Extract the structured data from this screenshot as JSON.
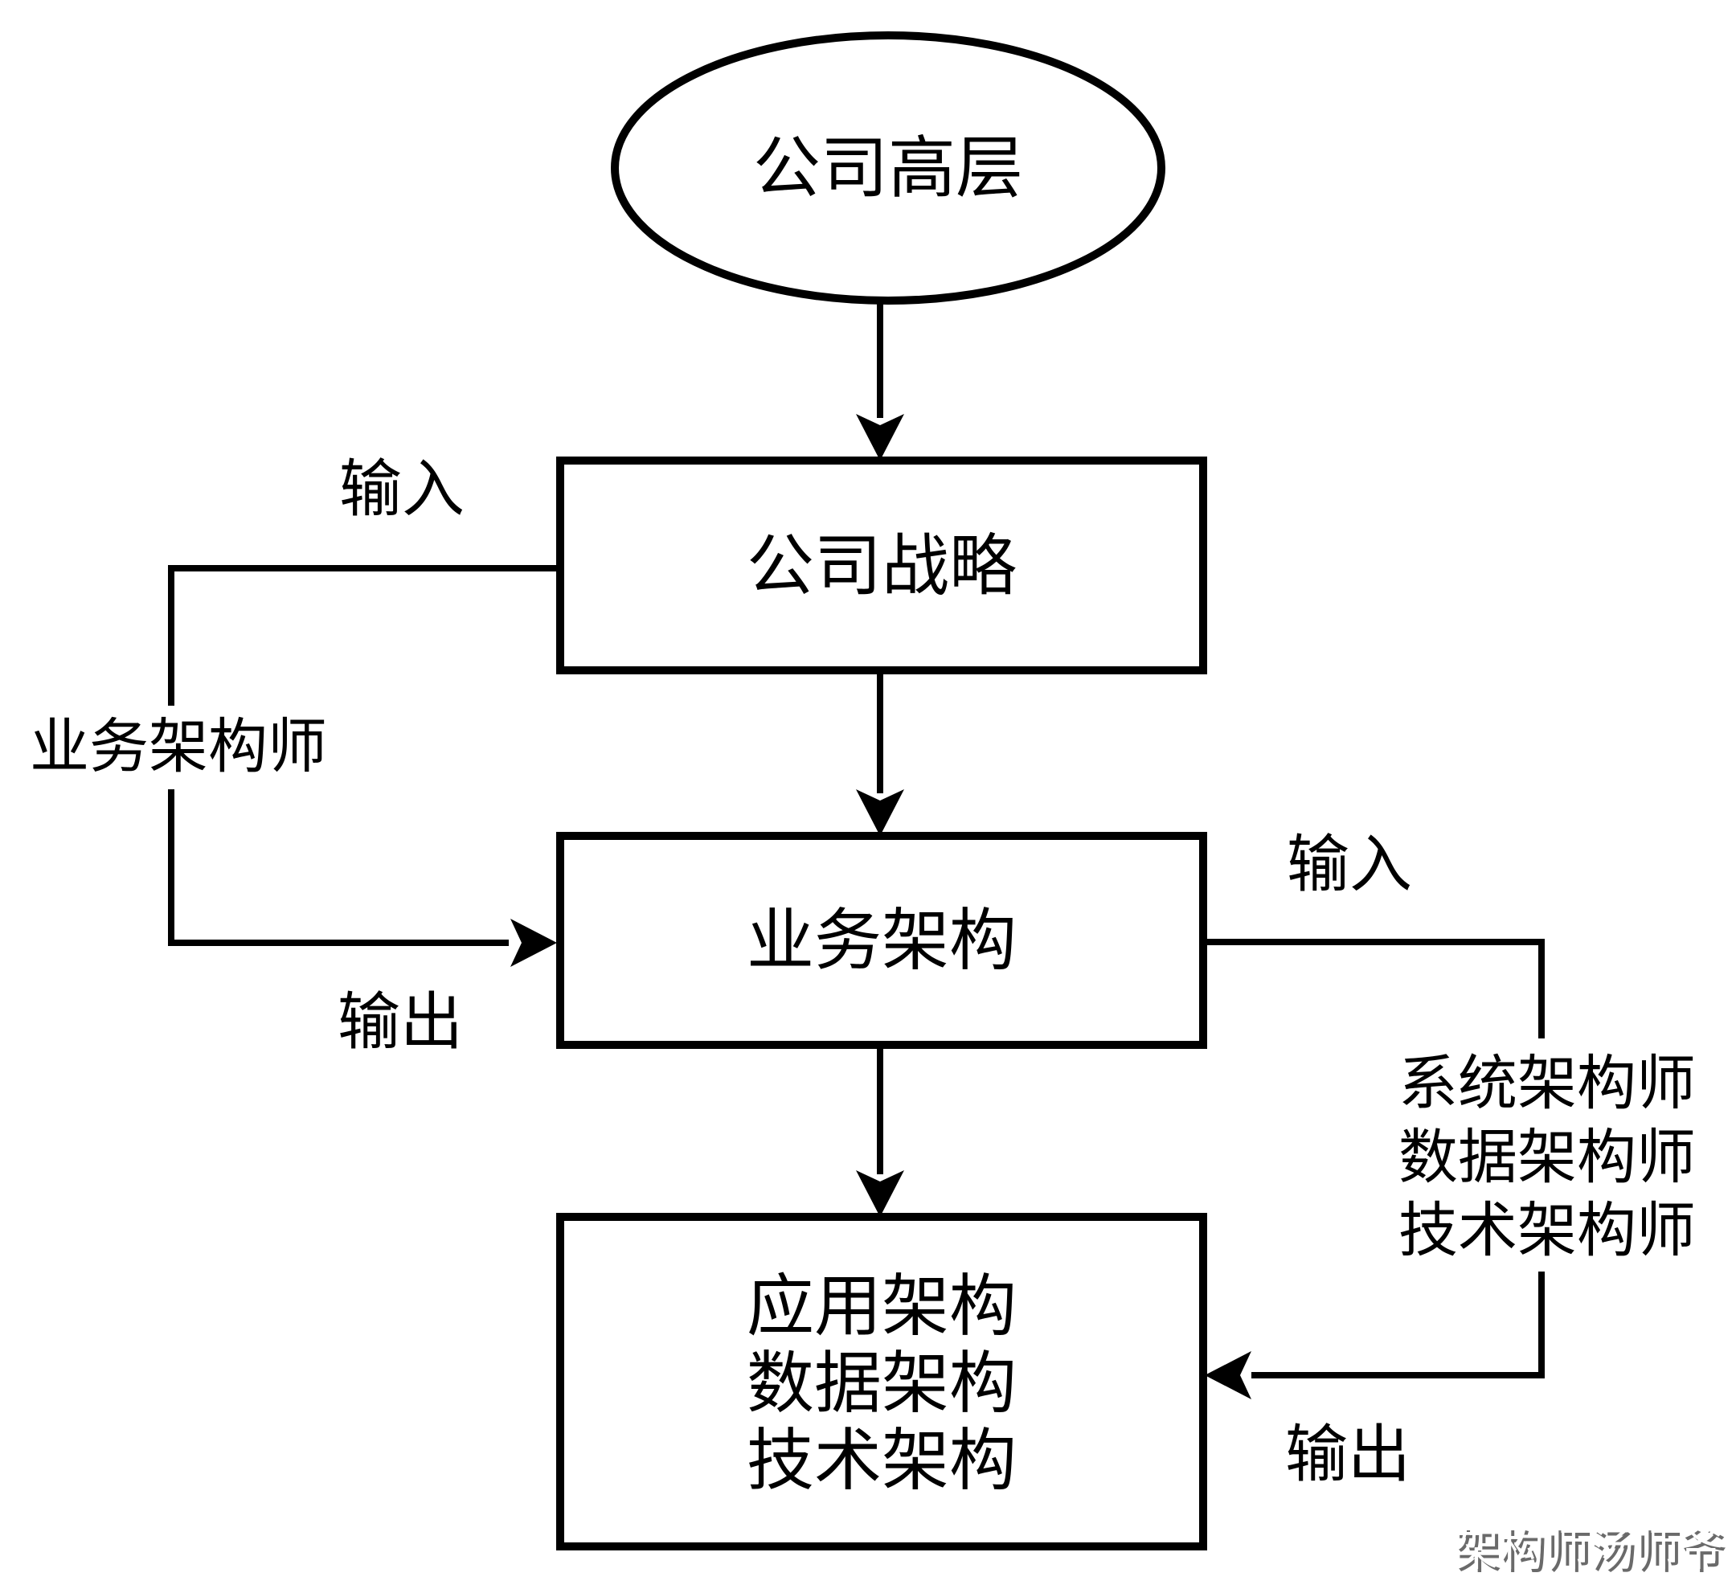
{
  "colors": {
    "page_bg": "#ffffff",
    "node_fill": "#ffffff",
    "stroke": "#000000",
    "watermark_fill": "#ffffff",
    "watermark_shadow": "#6a6a6a"
  },
  "diagram": {
    "nodes": {
      "executives": {
        "label": "公司高层",
        "shape": "ellipse"
      },
      "strategy": {
        "label": "公司战略",
        "shape": "rect"
      },
      "business_architecture": {
        "label": "业务架构",
        "shape": "rect"
      },
      "implementation_architecture": {
        "shape": "rect",
        "lines": [
          "应用架构",
          "数据架构",
          "技术架构"
        ]
      }
    },
    "left_loop": {
      "input_label": "输入",
      "role_label": "业务架构师",
      "output_label": "输出"
    },
    "right_loop": {
      "input_label": "输入",
      "role_lines": [
        "系统架构师",
        "数据架构师",
        "技术架构师"
      ],
      "output_label": "输出"
    },
    "watermark": "架构师汤师爷"
  }
}
